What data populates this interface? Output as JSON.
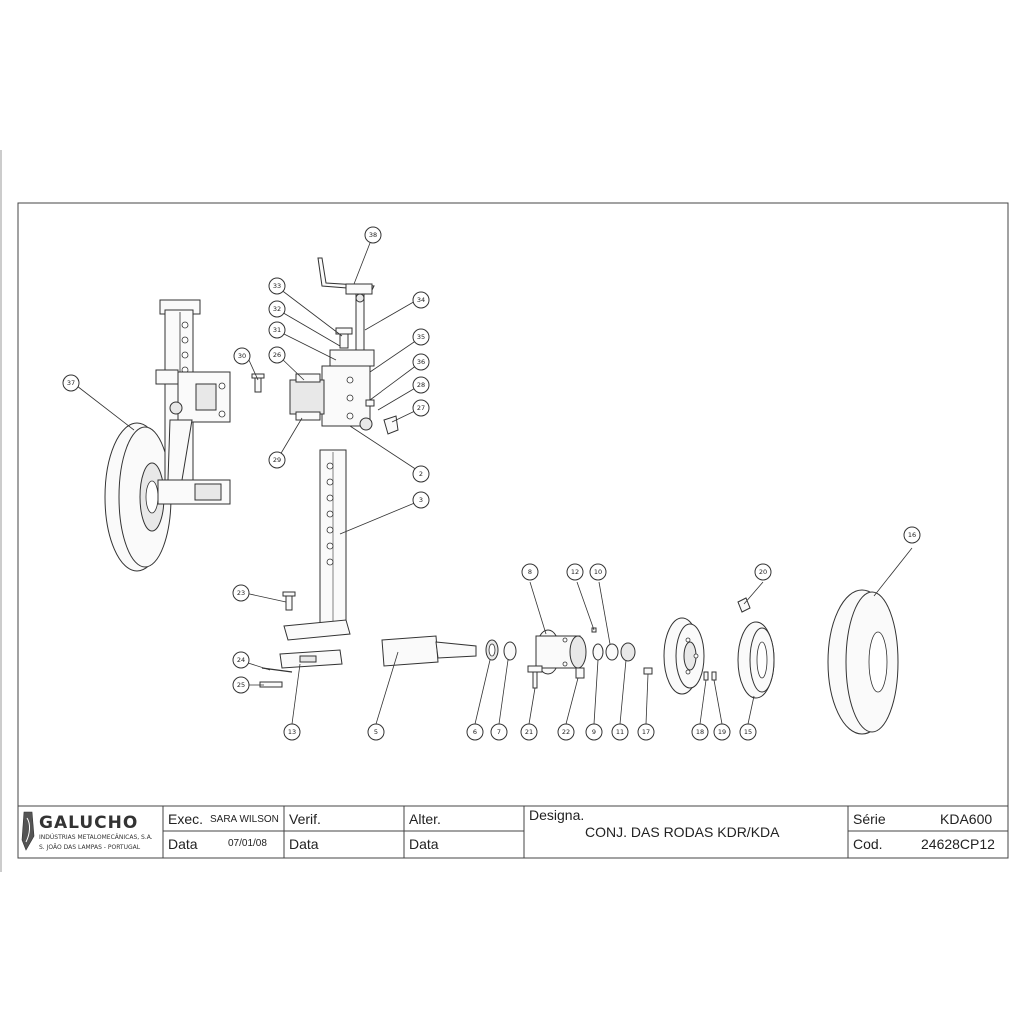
{
  "company": {
    "name": "GALUCHO",
    "line1": "INDÚSTRIAS METALOMECÂNICAS, S.A.",
    "line2": "S. JOÃO DAS LAMPAS - PORTUGAL"
  },
  "title_block": {
    "exec_label": "Exec.",
    "exec_value": "SARA WILSON",
    "verif_label": "Verif.",
    "alter_label": "Alter.",
    "designa_label": "Designa.",
    "designation": "CONJ. DAS RODAS KDR/KDA",
    "data_label": "Data",
    "exec_date": "07/01/08",
    "serie_label": "Série",
    "serie_value": "KDA600",
    "cod_label": "Cod.",
    "cod_value": "24628CP12"
  },
  "callouts": [
    "38",
    "33",
    "32",
    "34",
    "31",
    "35",
    "26",
    "36",
    "28",
    "27",
    "29",
    "2",
    "30",
    "37",
    "3",
    "23",
    "24",
    "25",
    "13",
    "5",
    "6",
    "7",
    "8",
    "21",
    "22",
    "12",
    "9",
    "10",
    "11",
    "17",
    "20",
    "18",
    "19",
    "15",
    "16"
  ]
}
